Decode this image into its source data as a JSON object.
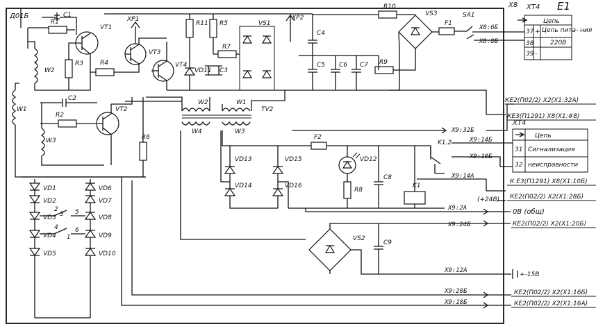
{
  "block_title": "Д01Б",
  "frame_title": "E1",
  "connector_x8": "X8",
  "connector_xt4_top": "XT4",
  "connector_xt4_mid": "XT4",
  "table_top": {
    "header": "Цепь",
    "rows": [
      {
        "pin": "37",
        "sign": "+",
        "text": "Цепь пита- ния"
      },
      {
        "pin": "38",
        "sign": "",
        "text": "220В"
      },
      {
        "pin": "39",
        "sign": "-",
        "text": ""
      }
    ]
  },
  "table_mid": {
    "header": "Цепь",
    "rows": [
      {
        "pin": "31",
        "text": "Сигнализация"
      },
      {
        "pin": "32",
        "text": "неисправности"
      }
    ]
  },
  "components": {
    "C1": "C1",
    "R1": "R1",
    "R3": "R3",
    "VT1": "VT1",
    "XP1": "XP1",
    "VT3": "VT3",
    "R4": "R4",
    "VT4": "VT4",
    "R11": "R11",
    "R5": "R5",
    "VD11": "VD11",
    "R7": "R7",
    "C3": "C3",
    "VS1": "VS1",
    "XP2": "XP2",
    "C4": "C4",
    "C5": "C5",
    "C6": "C6",
    "C7": "C7",
    "R10": "R10",
    "VS3": "VS3",
    "F1": "F1",
    "SA1": "SA1",
    "R9": "R9",
    "W2a": "W2",
    "W1a": "W1",
    "C2": "C2",
    "R2": "R2",
    "VT2": "VT2",
    "W3a": "W3",
    "R6": "R6",
    "W2b": "W2",
    "W1b": "W1",
    "TV2": "TV2",
    "W4": "W4",
    "W3b": "W3",
    "F2": "F2",
    "VD12": "VD12",
    "VD13": "VD13",
    "VD15": "VD15",
    "VD14": "VD14",
    "VD16": "VD16",
    "R8": "R8",
    "C8": "C8",
    "K1": "K1",
    "K1_2": "K1.2",
    "VS2": "VS2",
    "C9": "C9",
    "VD1": "VD1",
    "VD2": "VD2",
    "VD3": "VD3",
    "VD4": "VD4",
    "VD5": "VD5",
    "VD6": "VD6",
    "VD7": "VD7",
    "VD8": "VD8",
    "VD9": "VD9",
    "VD10": "VD10",
    "sw_nums": [
      "2",
      "3",
      "5",
      "4",
      "6",
      "1"
    ]
  },
  "terminals": {
    "t_x8_6b": "X8:6Б",
    "t_x8_8b": "X8:8Б",
    "t_x9_32b": "X9:32Б",
    "t_x9_14b": "X9:14Б",
    "t_x_10b": "X9:10Б",
    "t_x9_14a": "X9:14А",
    "t_x_2a": "X9:2А",
    "t_x_24b": "X9:24Б",
    "t_x9_12a": "X9:12А",
    "t_x9_20b": "X9:20Б",
    "t_x_18b": "X9:18Б",
    "t_24b_paren": "(+24В)"
  },
  "ext_labels": {
    "e1": "КЕ2(П02/2) Х2(Х1:32А)",
    "e2": "КЕ3(П1291) Х8(Х1:#8)",
    "e3": "К Е3(П1291) Х8(Х1:10Б)",
    "e4": "КЕ2(П02/2) Х2(Х1:28Б)",
    "e5": "0В (общ)",
    "e6": "КЕ2(П02/2) Х2(Х1:20Б)",
    "e7": "+-15В",
    "e8": "КЕ2(П02/2) Х2(Х1:16Б)",
    "e9": "КЕ2(П02/2) Х2(Х1:16А)"
  }
}
